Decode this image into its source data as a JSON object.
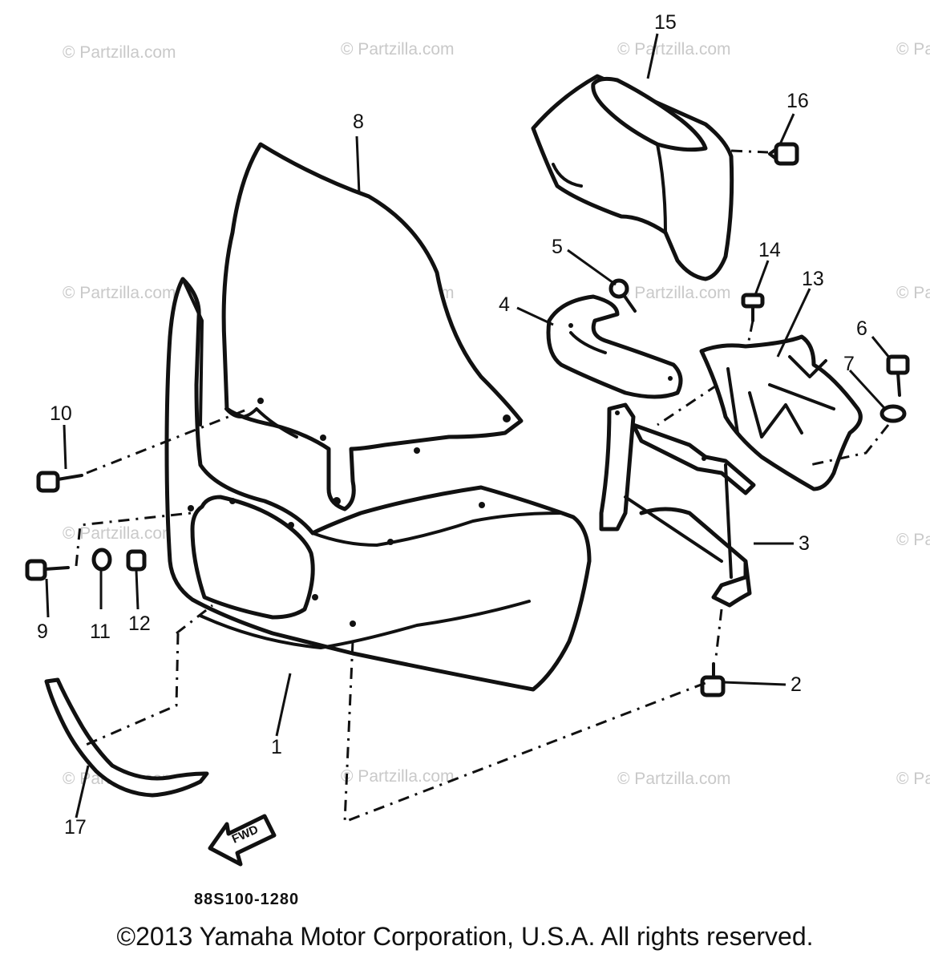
{
  "watermark": "© Partzilla.com",
  "diagram_code": "88S100-1280",
  "direction_label": "FWD",
  "copyright": "©2013 Yamaha Motor Corporation, U.S.A. All rights reserved.",
  "callouts": [
    {
      "id": "1",
      "label": "1"
    },
    {
      "id": "2",
      "label": "2"
    },
    {
      "id": "3",
      "label": "3"
    },
    {
      "id": "4",
      "label": "4"
    },
    {
      "id": "5",
      "label": "5"
    },
    {
      "id": "6",
      "label": "6"
    },
    {
      "id": "7",
      "label": "7"
    },
    {
      "id": "8",
      "label": "8"
    },
    {
      "id": "9",
      "label": "9"
    },
    {
      "id": "10",
      "label": "10"
    },
    {
      "id": "11",
      "label": "11"
    },
    {
      "id": "12",
      "label": "12"
    },
    {
      "id": "13",
      "label": "13"
    },
    {
      "id": "14",
      "label": "14"
    },
    {
      "id": "15",
      "label": "15"
    },
    {
      "id": "16",
      "label": "16"
    },
    {
      "id": "17",
      "label": "17"
    }
  ]
}
